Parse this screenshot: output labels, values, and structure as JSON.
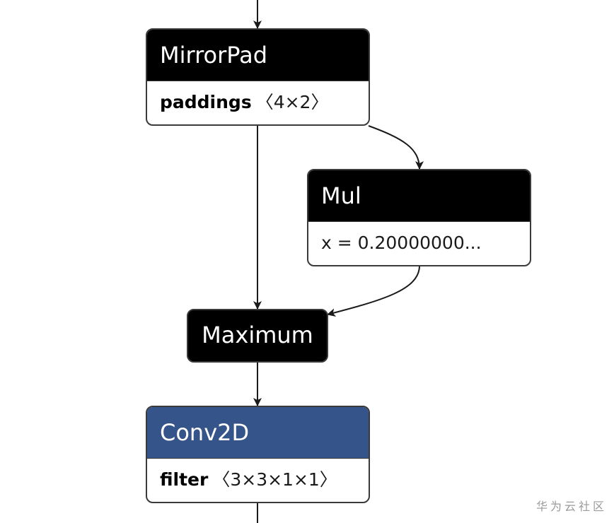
{
  "graph": {
    "nodes": [
      {
        "id": "mirrorpad",
        "op": "MirrorPad",
        "attribute": {
          "name": "paddings",
          "value": "〈4×2〉"
        }
      },
      {
        "id": "mul",
        "op": "Mul",
        "attribute": {
          "text": "x = 0.20000000..."
        }
      },
      {
        "id": "maximum",
        "op": "Maximum"
      },
      {
        "id": "conv2d",
        "op": "Conv2D",
        "header_color": "#35548a",
        "attribute": {
          "name": "filter",
          "value": "〈3×3×1×1〉"
        }
      }
    ],
    "edges": [
      {
        "from": "input",
        "to": "mirrorpad"
      },
      {
        "from": "mirrorpad",
        "to": "mul"
      },
      {
        "from": "mirrorpad",
        "to": "maximum"
      },
      {
        "from": "mul",
        "to": "maximum"
      },
      {
        "from": "maximum",
        "to": "conv2d"
      },
      {
        "from": "conv2d",
        "to": "output"
      }
    ]
  },
  "colors": {
    "node_header": "#000000",
    "conv_header": "#35548a",
    "edge": "#1a1a1a",
    "border": "#3a3a3a"
  },
  "watermark": "华为云社区"
}
